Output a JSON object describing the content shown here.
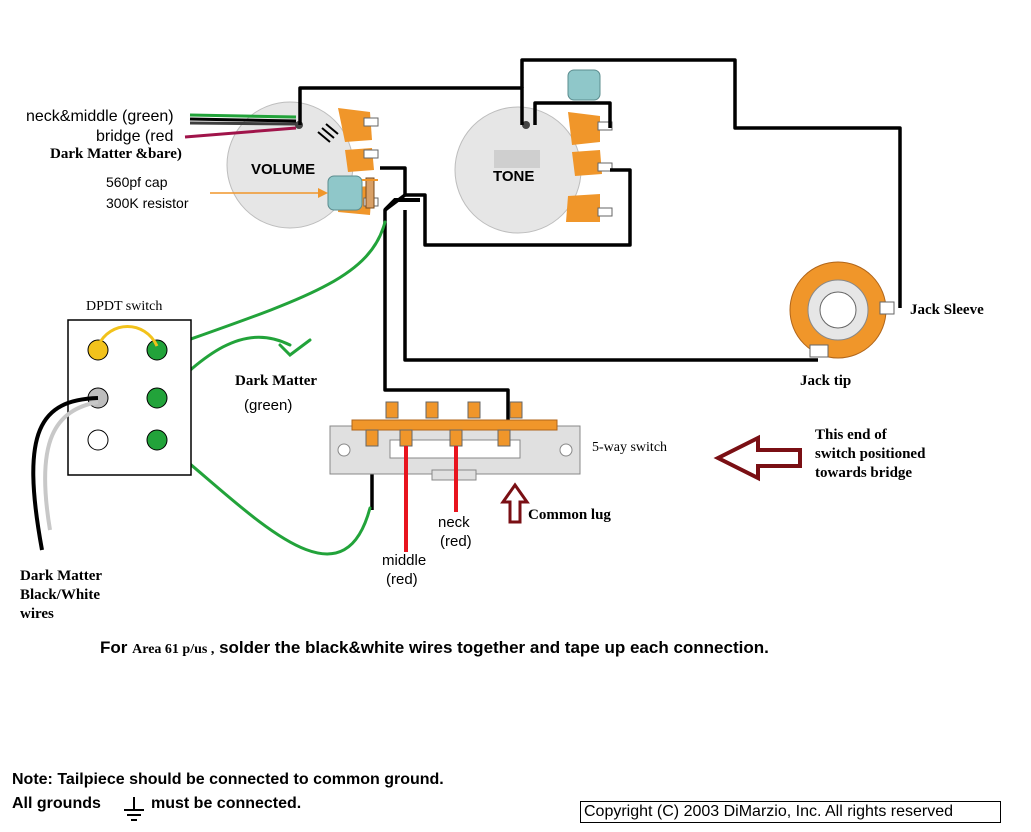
{
  "labels": {
    "neck_middle": "neck&middle (green)",
    "bridge": "bridge (red",
    "dark_matter_bare": "Dark Matter &bare)",
    "cap": "560pf cap",
    "resistor": "300K resistor",
    "volume": "VOLUME",
    "tone": "TONE",
    "dpdt": "DPDT switch",
    "dark_matter": "Dark Matter",
    "green": "(green)",
    "jack_sleeve": "Jack Sleeve",
    "jack_tip": "Jack tip",
    "five_way": "5-way switch",
    "this_end_1": "This end of",
    "this_end_2": "switch positioned",
    "this_end_3": "towards bridge",
    "common_lug": "Common lug",
    "neck": "neck",
    "neck_red": "(red)",
    "middle": "middle",
    "middle_red": "(red)",
    "dm_bw_1": "Dark Matter",
    "dm_bw_2": "Black/White",
    "dm_bw_3": "wires"
  },
  "instruction": {
    "pre": "For",
    "product": "Area 61 p/us ,",
    "post": "solder the black&white wires together and tape up each connection."
  },
  "notes": {
    "line1": "Note: Tailpiece should be connected to common ground.",
    "line2_a": "All grounds",
    "line2_b": "must be connected."
  },
  "copyright": "Copyright (C) 2003 DiMarzio, Inc. All rights reserved",
  "colors": {
    "wire_black": "#000000",
    "wire_green": "#22a33a",
    "wire_red": "#e8141e",
    "wire_bridge": "#a0144a",
    "lug_orange": "#f0962a",
    "pot_gray": "#e6e6e6",
    "cap_blue": "#8fc7c9",
    "arrow_maroon": "#7a0f14",
    "dpdt_yellow": "#f2c21b"
  }
}
